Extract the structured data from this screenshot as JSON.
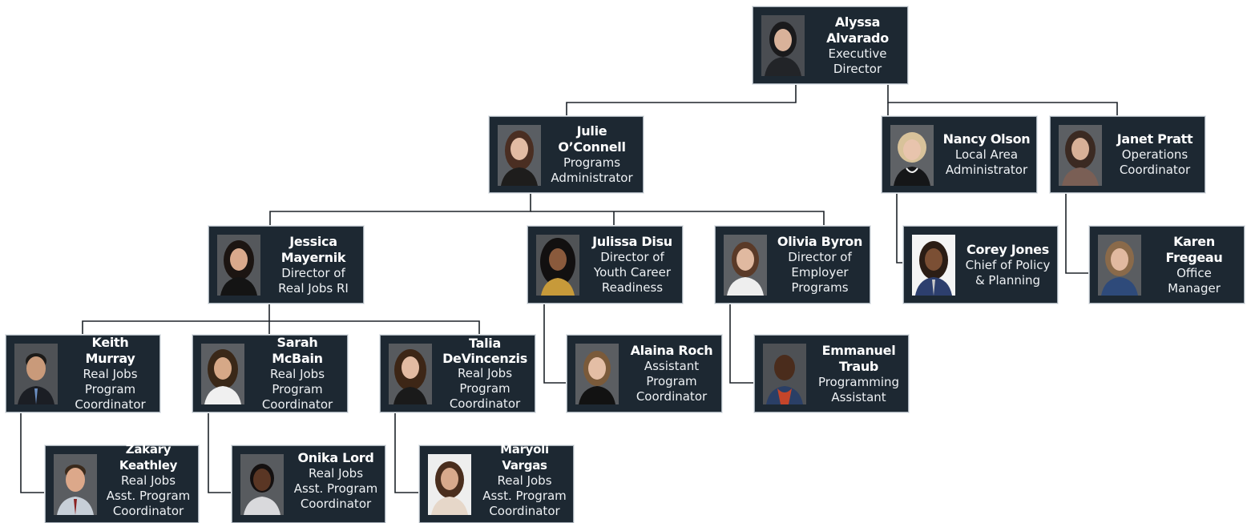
{
  "colors": {
    "card_bg": "#1d2832",
    "card_border": "#a7b0b8",
    "connector": "#1e242a",
    "text": "#ffffff"
  },
  "people": {
    "alyssa": {
      "name": "Alyssa\nAlvarado",
      "title": "Executive\nDirector"
    },
    "julie": {
      "name": "Julie O’Connell",
      "title": "Programs\nAdministrator"
    },
    "nancy": {
      "name": "Nancy Olson",
      "title": "Local Area\nAdministrator"
    },
    "janet": {
      "name": "Janet Pratt",
      "title": "Operations\nCoordinator"
    },
    "jessica": {
      "name": "Jessica\nMayernik",
      "title": "Director of\nReal Jobs RI"
    },
    "julissa": {
      "name": "Julissa Disu",
      "title": "Director of\nYouth Career\nReadiness"
    },
    "olivia": {
      "name": "Olivia Byron",
      "title": "Director of\nEmployer\nPrograms"
    },
    "corey": {
      "name": "Corey Jones",
      "title": "Chief of Policy\n& Planning"
    },
    "karen": {
      "name": "Karen Fregeau",
      "title": "Office\nManager"
    },
    "keith": {
      "name": "Keith Murray",
      "title": "Real Jobs\nProgram\nCoordinator"
    },
    "sarah": {
      "name": "Sarah McBain",
      "title": "Real Jobs\nProgram\nCoordinator"
    },
    "talia": {
      "name": "Talia\nDeVincenzis",
      "title": "Real Jobs\nProgram\nCoordinator"
    },
    "alaina": {
      "name": "Alaina Roch",
      "title": "Assistant\nProgram\nCoordinator"
    },
    "emmanuel": {
      "name": "Emmanuel\nTraub",
      "title": "Programming\nAssistant"
    },
    "zakary": {
      "name": "Zakary Keathley",
      "title": "Real Jobs\nAsst. Program\nCoordinator"
    },
    "onika": {
      "name": "Onika Lord",
      "title": "Real Jobs\nAsst. Program\nCoordinator"
    },
    "maryoli": {
      "name": "Maryoli Vargas",
      "title": "Real Jobs\nAsst. Program\nCoordinator"
    }
  }
}
